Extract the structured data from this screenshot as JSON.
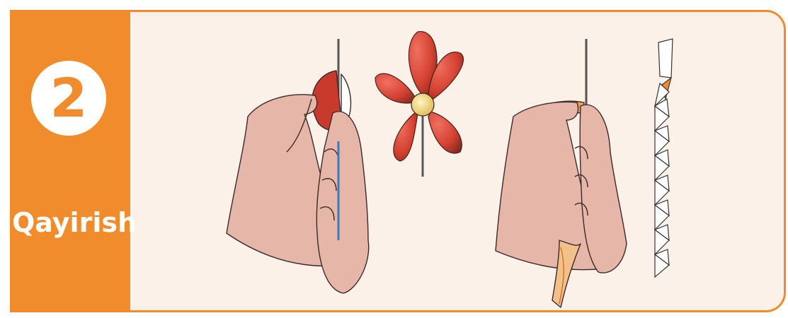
{
  "step": {
    "number": "2",
    "label": "Qayirish"
  },
  "colors": {
    "accent": "#f08c2c",
    "panel_background": "#fcf1e8",
    "skin": "#e6b6a8",
    "petal": "#d64535",
    "center": "#f1de8a"
  },
  "illustrations": [
    {
      "name": "hands-holding-stick-with-petal"
    },
    {
      "name": "red-five-petal-flower"
    },
    {
      "name": "hands-wrapping-orange-strip-on-stick"
    },
    {
      "name": "spiral-folded-paper-strip"
    }
  ]
}
